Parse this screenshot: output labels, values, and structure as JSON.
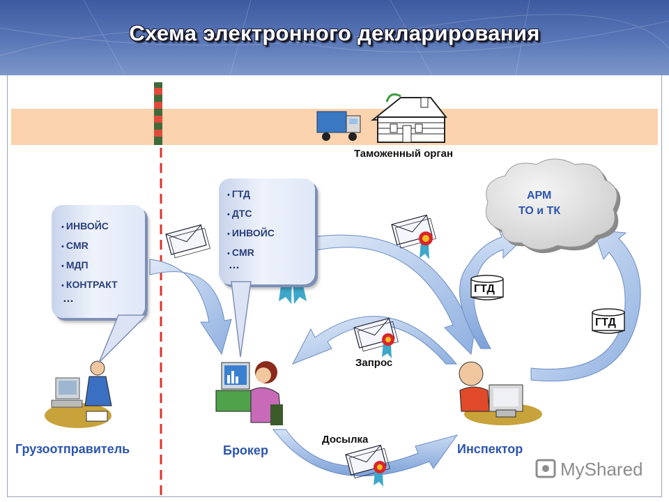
{
  "title": "Схема электронного декларирования",
  "customs_label": "Таможенный орган",
  "cloud_label_line1": "АРМ",
  "cloud_label_line2": "ТО и ТК",
  "shipper_docs": [
    "ИНВОЙС",
    "CMR",
    "МДП",
    "КОНТРАКТ"
  ],
  "broker_docs": [
    "ГТД",
    "ДТС",
    "ИНВОЙС",
    "CMR"
  ],
  "ellipsis": "…",
  "gtd_label": "ГТД",
  "request_label": "Запрос",
  "resend_label": "Досылка",
  "actors": {
    "shipper": "Грузоотправитель",
    "broker": "Брокер",
    "inspector": "Инспектор"
  },
  "watermark": "MyShared",
  "colors": {
    "header": "#4a67ab",
    "band": "#fbd3ae",
    "arrow": "#8fb0e0",
    "actor_text": "#2c55b0",
    "bubble_text": "#2a3f7a"
  }
}
